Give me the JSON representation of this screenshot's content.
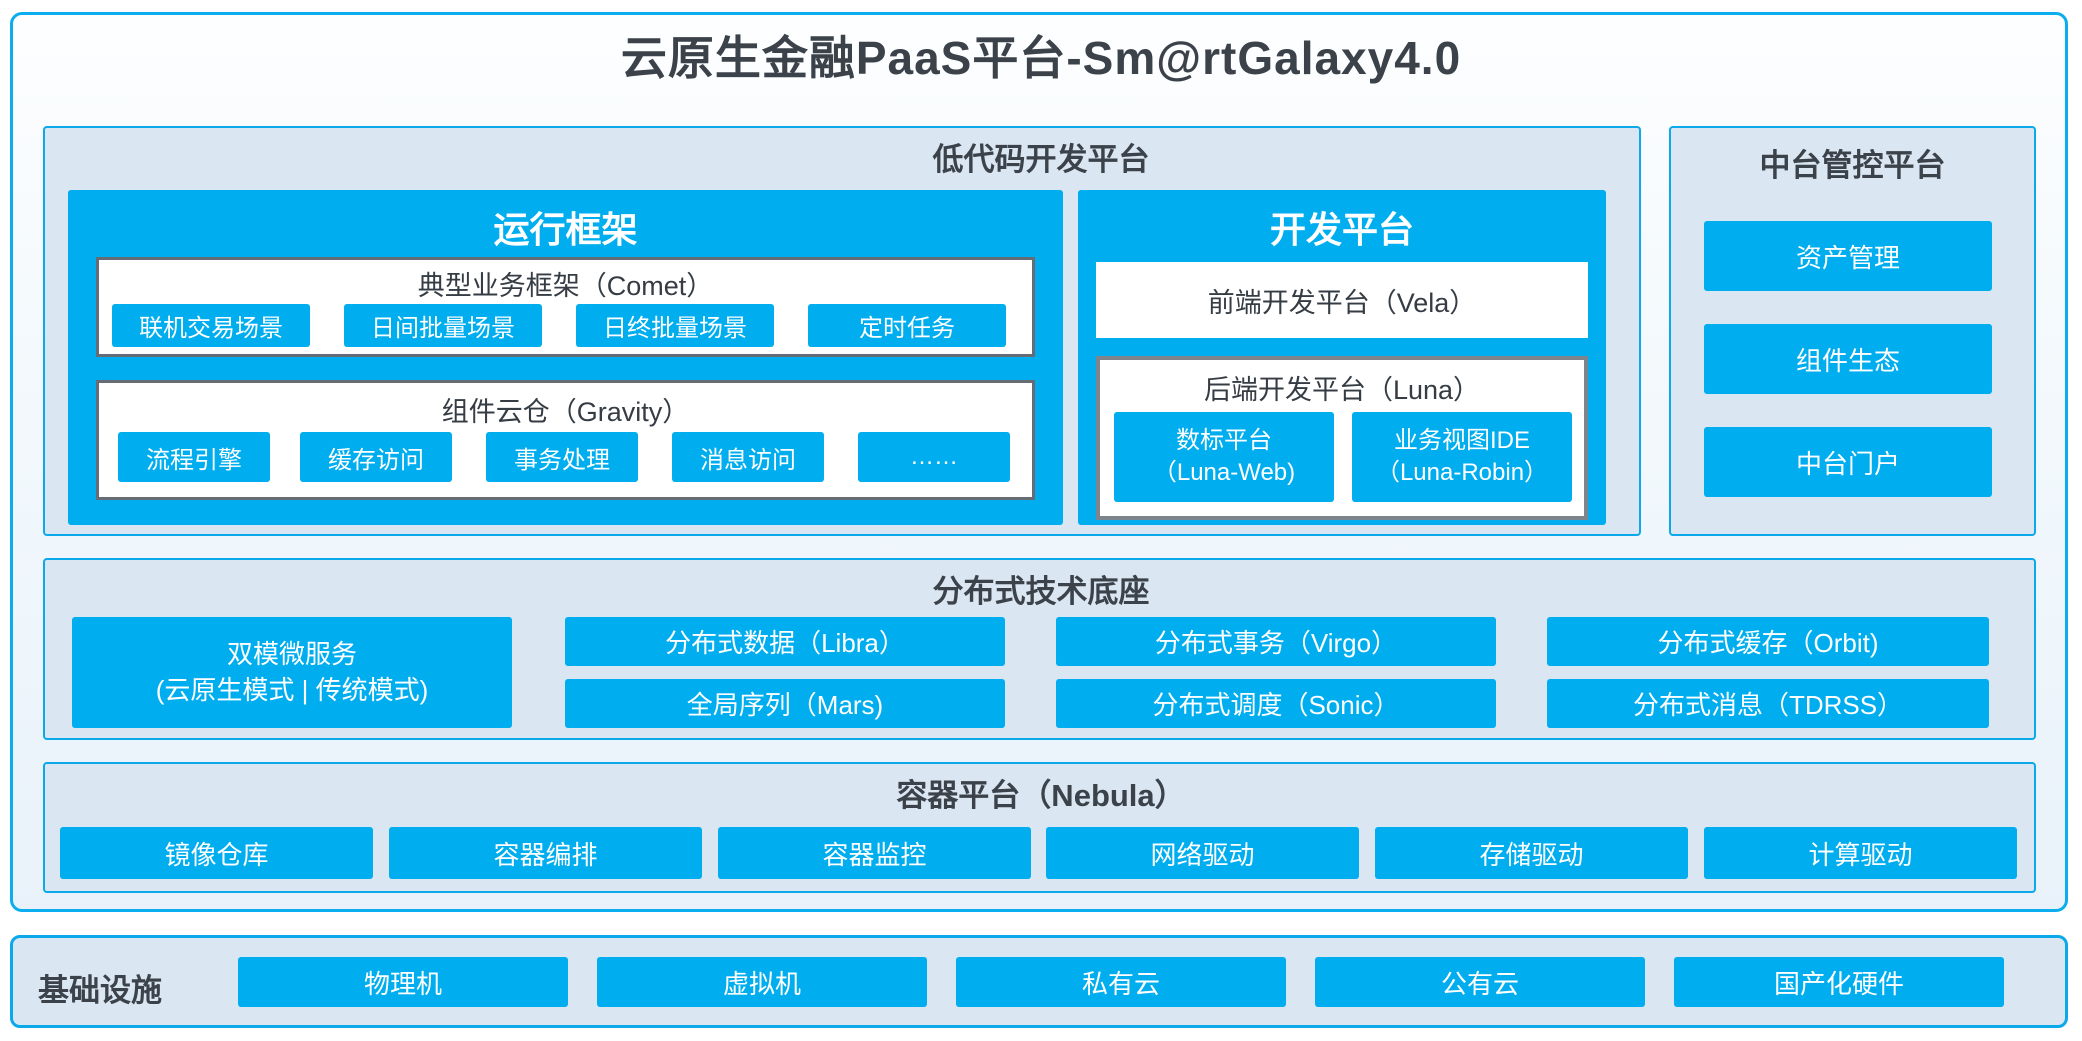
{
  "title": "云原生金融PaaS平台-Sm@rtGalaxy4.0",
  "colors": {
    "accent_cyan": "#00aeef",
    "panel_background": "#dbe6f3",
    "cyan_border": "#0ba9e9",
    "gray_border": "#656c74",
    "dark_text": "#3c424a",
    "white_text": "#ffffff"
  },
  "lowcode": {
    "title": "低代码开发平台",
    "runtime": {
      "title": "运行框架",
      "comet": {
        "title": "典型业务框架（Comet）",
        "items": [
          "联机交易场景",
          "日间批量场景",
          "日终批量场景",
          "定时任务"
        ]
      },
      "gravity": {
        "title": "组件云仓（Gravity）",
        "items": [
          "流程引擎",
          "缓存访问",
          "事务处理",
          "消息访问",
          "……"
        ]
      }
    },
    "dev": {
      "title": "开发平台",
      "vela": "前端开发平台（Vela）",
      "luna": {
        "title": "后端开发平台（Luna）",
        "items": [
          {
            "line1": "数标平台",
            "line2": "（Luna-Web)"
          },
          {
            "line1": "业务视图IDE",
            "line2": "（Luna-Robin）"
          }
        ]
      }
    }
  },
  "midplatform": {
    "title": "中台管控平台",
    "items": [
      "资产管理",
      "组件生态",
      "中台门户"
    ]
  },
  "distributed": {
    "title": "分布式技术底座",
    "dual_mode": {
      "line1": "双模微服务",
      "line2": "(云原生模式 | 传统模式)"
    },
    "items": [
      "分布式数据（Libra）",
      "全局序列（Mars)",
      "分布式事务（Virgo）",
      "分布式调度（Sonic）",
      "分布式缓存（Orbit)",
      "分布式消息（TDRSS）"
    ]
  },
  "container_platform": {
    "title": "容器平台（Nebula）",
    "items": [
      "镜像仓库",
      "容器编排",
      "容器监控",
      "网络驱动",
      "存储驱动",
      "计算驱动"
    ]
  },
  "infrastructure": {
    "title": "基础设施",
    "items": [
      "物理机",
      "虚拟机",
      "私有云",
      "公有云",
      "国产化硬件"
    ]
  }
}
